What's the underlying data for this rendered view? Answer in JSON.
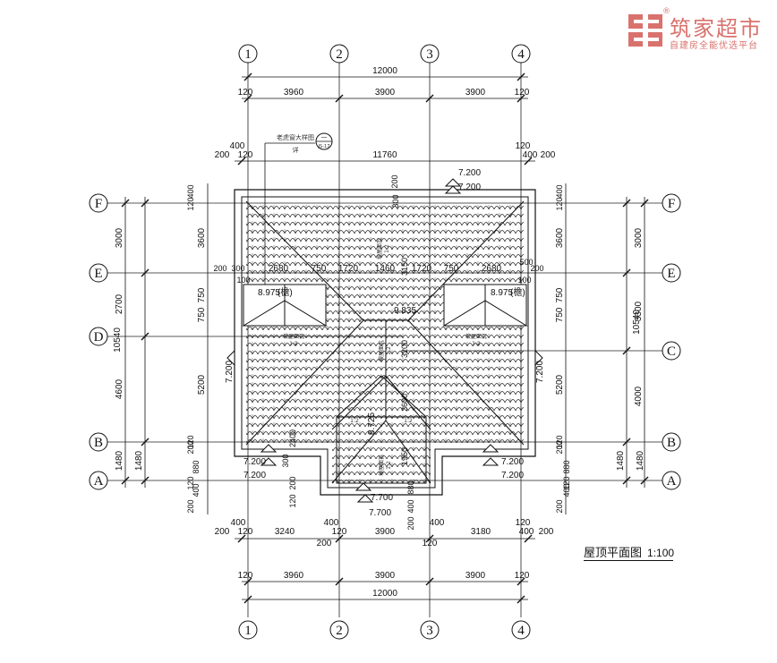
{
  "logo": {
    "brand": "筑家超市",
    "slogan": "自建房全能优选平台",
    "registered": "®",
    "mark_color": "#d9726d"
  },
  "title": {
    "text": "屋顶平面图",
    "scale": "1:100"
  },
  "axes": {
    "vertical": [
      "1",
      "2",
      "3",
      "4"
    ],
    "horizontal_left": [
      "F",
      "E",
      "D",
      "B",
      "A"
    ],
    "horizontal_right": [
      "F",
      "E",
      "C",
      "B",
      "A"
    ]
  },
  "dims": {
    "top_total": "12000",
    "top_row": [
      "120",
      "3960",
      "3900",
      "3900",
      "120"
    ],
    "top_overhang_left": [
      "400",
      "120",
      "200",
      "120"
    ],
    "top_overhang_right": [
      "120",
      "400",
      "200"
    ],
    "top_inner": "11760",
    "bottom_row1": [
      "400",
      "200",
      "120",
      "3240",
      "400",
      "200",
      "120",
      "3900",
      "400",
      "120",
      "3180",
      "400",
      "200",
      "120"
    ],
    "bottom_row2": [
      "120",
      "3960",
      "3900",
      "3900",
      "120"
    ],
    "bottom_total": "12000",
    "left_outer": [
      "3000",
      "2700",
      "4600",
      "1480"
    ],
    "left_outer_total": "10540",
    "left_inner": [
      "3600",
      "750",
      "750",
      "5200",
      "1480"
    ],
    "left_small": [
      "120",
      "400",
      "200",
      "120",
      "200",
      "300",
      "100",
      "120",
      "200",
      "400",
      "880",
      "120",
      "200",
      "400"
    ],
    "right_outer": [
      "3000",
      "3300",
      "4000",
      "1480"
    ],
    "right_outer_total": "10540",
    "right_inner": [
      "3600",
      "750",
      "750",
      "5200",
      "1480"
    ],
    "right_small": [
      "120",
      "400",
      "200",
      "120",
      "200",
      "100",
      "500",
      "120",
      "200",
      "400",
      "880",
      "120",
      "200",
      "400"
    ],
    "inner_row": [
      "2680",
      "750",
      "1720",
      "1460",
      "1720",
      "750",
      "2680"
    ],
    "inner_labels": [
      "200",
      "300",
      "100",
      "100",
      "200",
      "200",
      "500",
      "3150",
      "3200",
      "2600",
      "1950",
      "2400",
      "300",
      "200",
      "400",
      "880",
      "120",
      "200"
    ]
  },
  "elevations": {
    "top_1": "7.200",
    "top_2": "7.200",
    "ridge": "9.835",
    "left_dormer": "8.975",
    "right_dormer": "8.975",
    "left_eave": "7.200",
    "right_eave": "7.200",
    "bottom_left_1": "7.200",
    "bottom_left_2": "7.200",
    "bottom_right_1": "7.200",
    "bottom_right_2": "7.200",
    "porch_1": "7.700",
    "porch_2": "7.700",
    "porch_ridge": "8.725"
  },
  "annotations": {
    "dormer_detail": "老虎窗大样图",
    "dormer_detail_ref": "一",
    "dormer_detail_sheet": "JS-17",
    "dormer_detail_note": "详",
    "dormer_tag": "(檐)",
    "slope_left": "1:2",
    "slope_right": "1:2",
    "slope_porch_left": "1:2",
    "slope_porch_right": "1:2",
    "slope_porch_mid": "1:2",
    "slope_top": "1:2",
    "slope_center": "1:2",
    "tile_note_left": "坡屋面瓦",
    "tile_note_right": "坡屋面瓦",
    "tile_note_center": "坡屋面瓦",
    "tile_note_top": "坡屋面瓦",
    "tile_note_porch": "坡屋面瓦"
  }
}
